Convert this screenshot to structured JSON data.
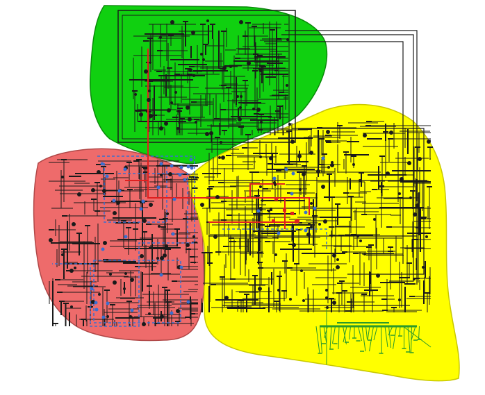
{
  "figure": {
    "regions": [
      {
        "id": "green",
        "color": "#10d010",
        "border": "#0a8a0a"
      },
      {
        "id": "red",
        "color": "#ee6b6b",
        "border": "#b04848"
      },
      {
        "id": "yellow",
        "color": "#ffff00",
        "border": "#c8c800"
      }
    ],
    "colors": {
      "wire": "#1a1a1a",
      "tie_line": "#e02020",
      "dashed_boundary": "#3a6fd0",
      "subnetwork": "#2a9a2a",
      "outline": "#444444"
    }
  }
}
